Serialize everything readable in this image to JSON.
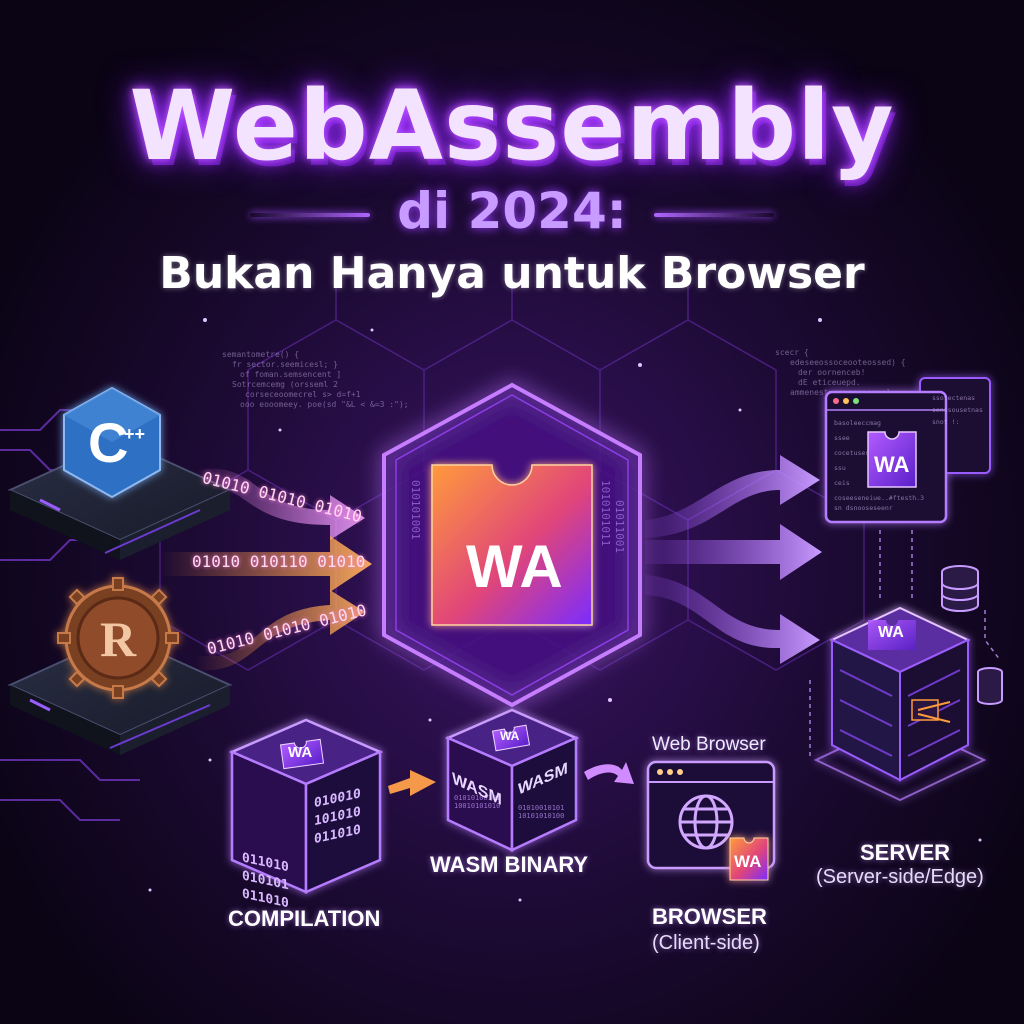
{
  "header": {
    "title": "WebAssembly",
    "subtitle": "di 2024:",
    "tagline": "Bukan Hanya untuk Browser"
  },
  "sources": {
    "cpp_logo_text": "C",
    "cpp_logo_plus": "++",
    "rust_logo_text": "R",
    "binary_top": "01010 01010 01010",
    "binary_mid": "01010 010110 01010",
    "binary_bottom": "01010 01010 01010"
  },
  "center": {
    "logo_text": "WA"
  },
  "flow": {
    "compilation_label": "COMPILATION",
    "compilation_logo": "WA",
    "wasm_logo": "WA",
    "wasm_face_left": "WASM",
    "wasm_face_right": "WASM",
    "wasm_binary_label": "WASM BINARY",
    "web_browser_caption": "Web Browser",
    "browser_logo": "WA",
    "browser_label": "BROWSER",
    "browser_sublabel": "(Client-side)",
    "server_logo": "WA",
    "server_label": "SERVER",
    "server_sublabel": "(Server-side/Edge)",
    "editor_logo": "WA"
  },
  "colors": {
    "accent_purple": "#a04dff",
    "accent_orange": "#ff9a3c",
    "background": "#12071f",
    "cpp_blue": "#1f5fb3",
    "rust_brown": "#8a4a2c"
  }
}
